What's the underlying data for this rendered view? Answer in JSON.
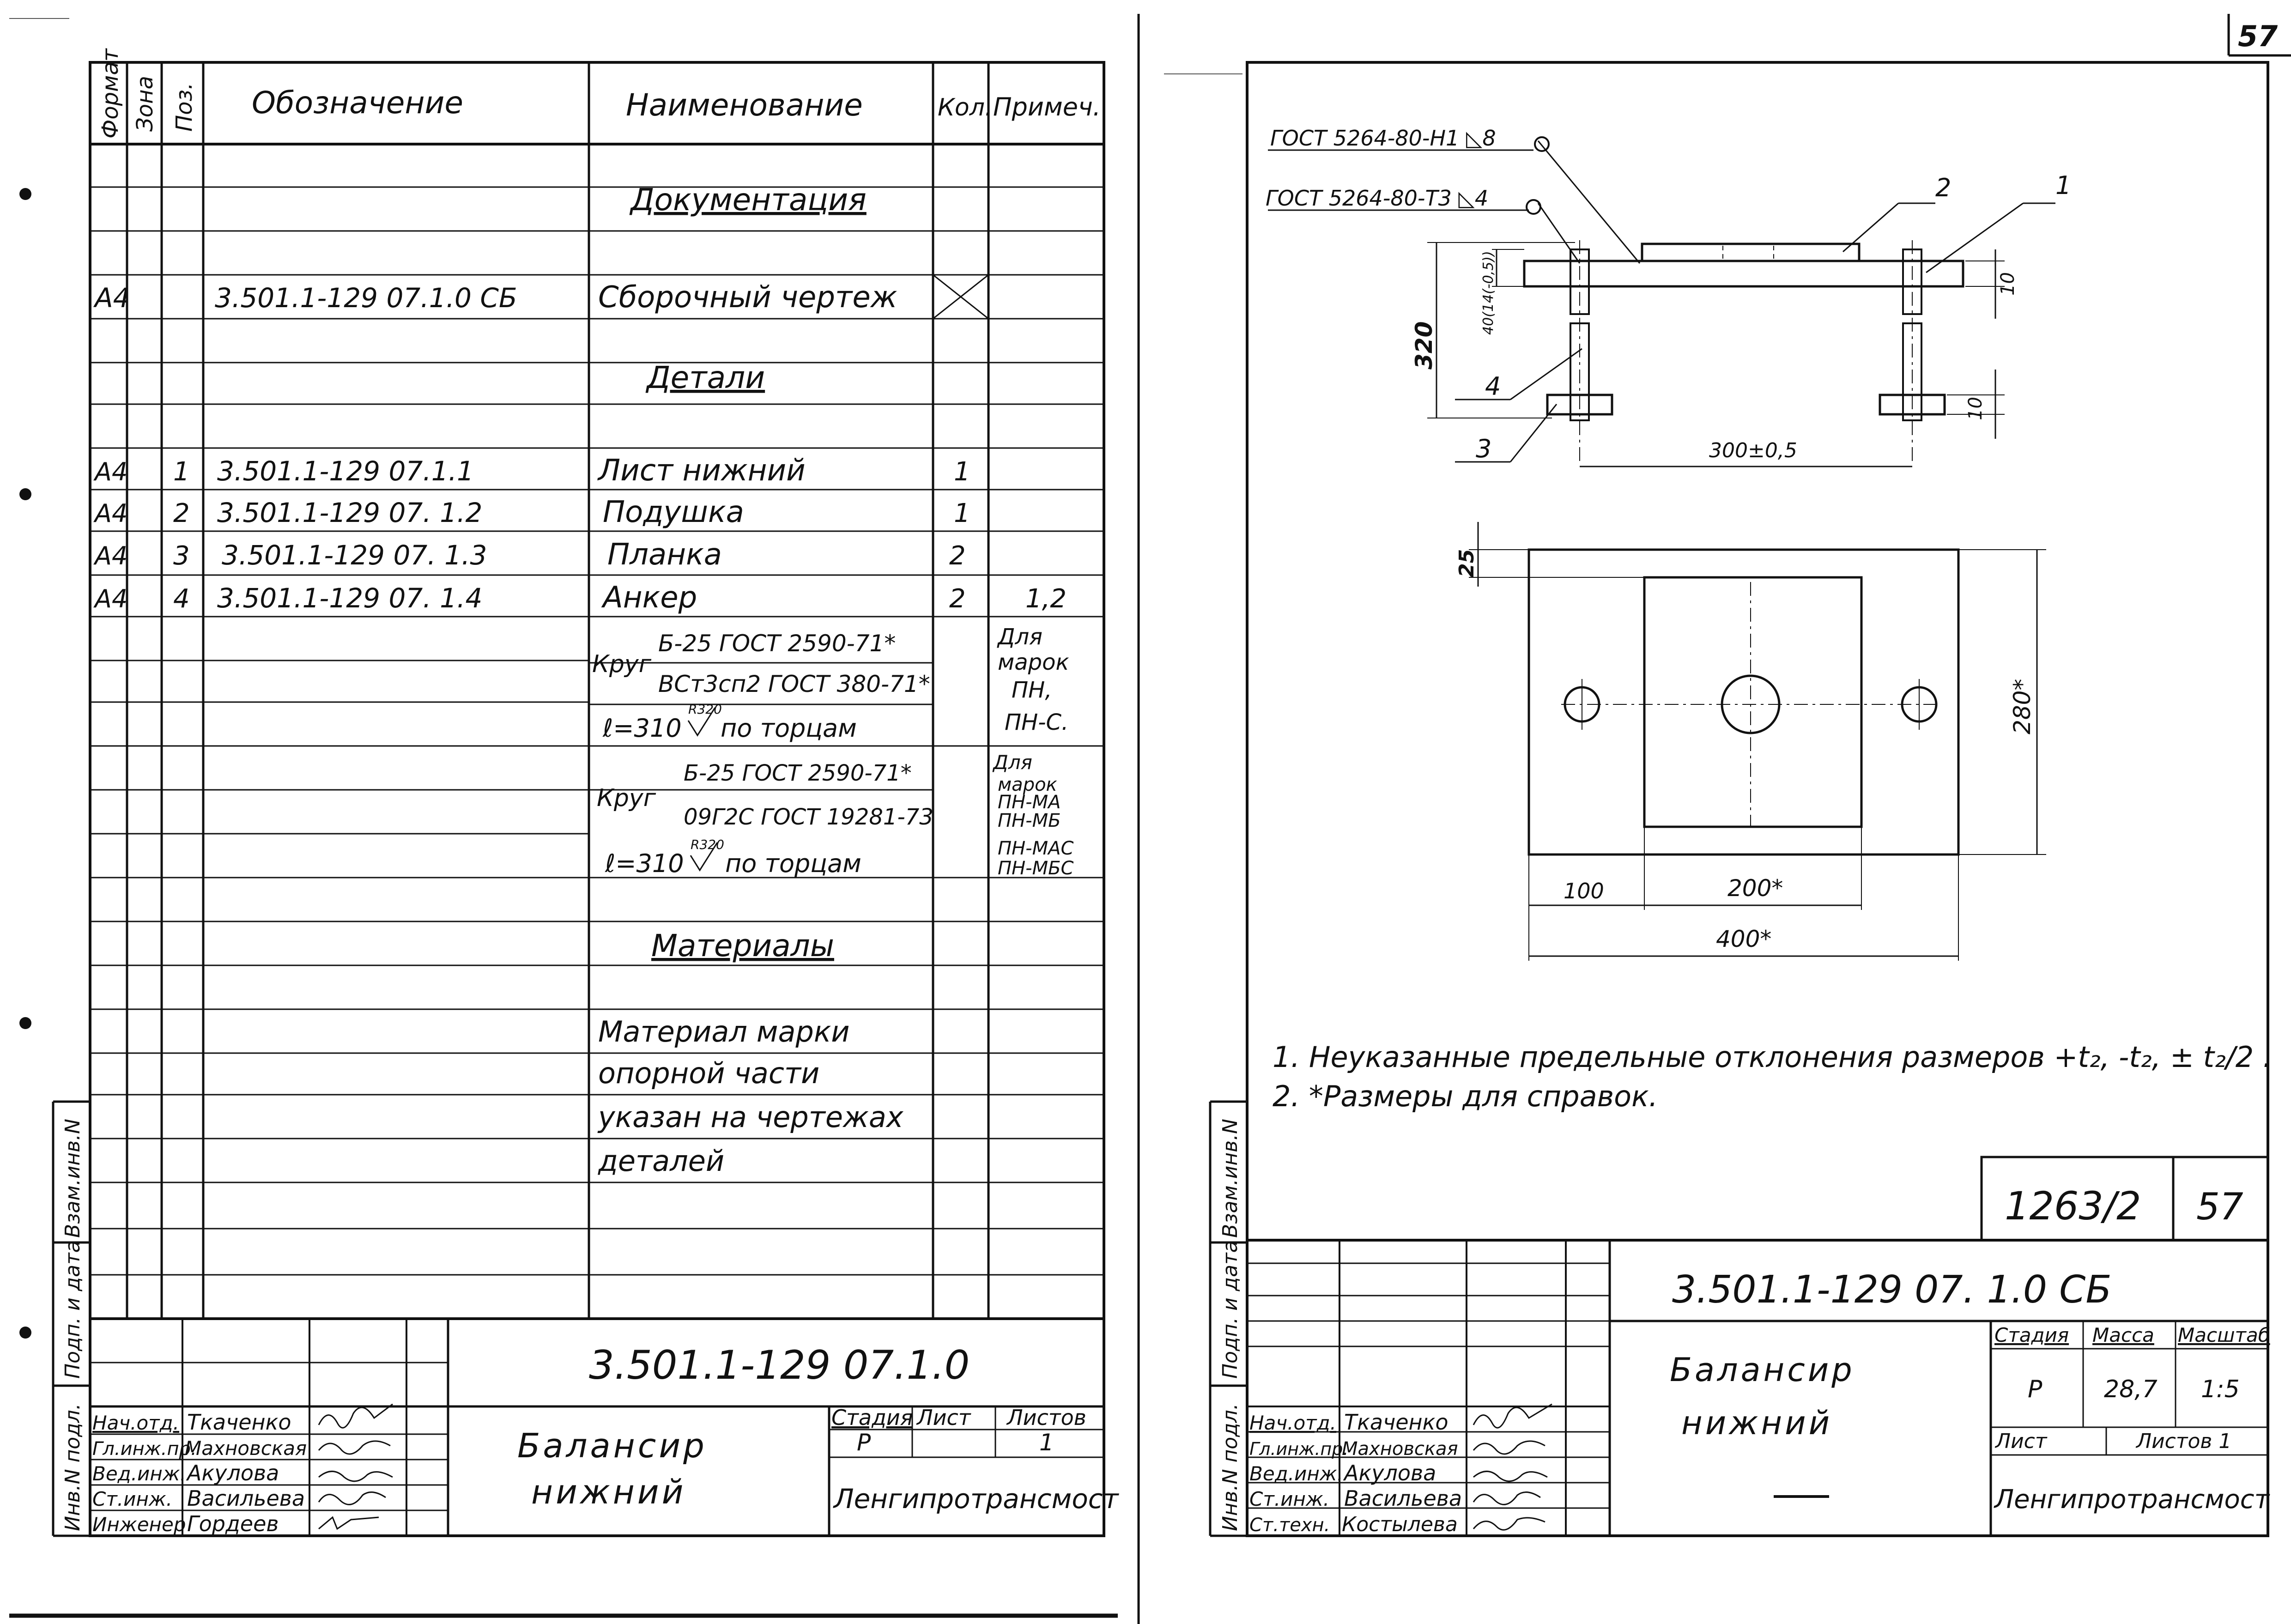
{
  "page_number": "57",
  "spec": {
    "headers": {
      "format": "Формат",
      "zone": "Зона",
      "pos": "Поз.",
      "designation": "Обозначение",
      "name": "Наименование",
      "qty": "Кол.",
      "note": "Примеч."
    },
    "section_docs": "Документация",
    "doc_row": {
      "format": "А4",
      "designation": "3.501.1-129   07.1.0 СБ",
      "name": "Сборочный чертеж"
    },
    "section_parts": "Детали",
    "parts": [
      {
        "format": "А4",
        "pos": "1",
        "designation": "3.501.1-129   07.1.1",
        "name": "Лист  нижний",
        "qty": "1",
        "note": ""
      },
      {
        "format": "А4",
        "pos": "2",
        "designation": "3.501.1-129   07. 1.2",
        "name": "Подушка",
        "qty": "1",
        "note": ""
      },
      {
        "format": "А4",
        "pos": "3",
        "designation": "3.501.1-129   07. 1.3",
        "name": "Планка",
        "qty": "2",
        "note": ""
      },
      {
        "format": "А4",
        "pos": "4",
        "designation": "3.501.1-129   07. 1.4",
        "name": "Анкер",
        "qty": "2",
        "note": "1,2"
      }
    ],
    "anchor_material_1": {
      "prefix": "Круг",
      "top": "Б-25 ГОСТ 2590-71*",
      "bottom": "ВСт3сп2 ГОСТ 380-71*",
      "length": "ℓ=310",
      "sup": "R320",
      "ends": "по торцам",
      "note_lines": [
        "Для",
        "марок",
        "ПН,",
        "ПН-С."
      ]
    },
    "anchor_material_2": {
      "prefix": "Круг",
      "top": "Б-25 ГОСТ 2590-71*",
      "bottom": "09Г2С ГОСТ 19281-73",
      "length": "ℓ=310",
      "sup": "R320",
      "ends": "по торцам",
      "note_lines": [
        "Для",
        "марок",
        "ПН-МА",
        "ПН-МБ",
        "ПН-МАС",
        "ПН-МБС"
      ]
    },
    "section_materials": "Материалы",
    "materials_text": [
      "Материал  марки",
      "опорной  части",
      "указан  на чертежах",
      "деталей"
    ],
    "side_labels": [
      "Инв.N подл.",
      "Подп. и дата",
      "Взам.инв.N"
    ]
  },
  "title_block_left": {
    "designation": "3.501.1-129   07.1.0",
    "title": [
      "Балансир",
      "нижний"
    ],
    "stage_label": "Стадия",
    "sheet_label": "Лист",
    "sheets_label": "Листов",
    "stage": "Р",
    "sheets": "1",
    "org": "Ленгипротрансмост",
    "people": [
      {
        "role": "Нач.отд.",
        "name": "Ткаченко"
      },
      {
        "role": "Гл.инж.пр.",
        "name": "Махновская"
      },
      {
        "role": "Вед.инж.",
        "name": "Акулова"
      },
      {
        "role": "Ст.инж.",
        "name": "Васильева"
      },
      {
        "role": "Инженер",
        "name": "Гордеев"
      }
    ]
  },
  "drawing": {
    "weld1": "ГОСТ 5264-80-Н1 ◺8",
    "weld2": "ГОСТ 5264-80-Т3 ◺4",
    "callouts": [
      "1",
      "2",
      "3",
      "4"
    ],
    "dims": {
      "height": "320",
      "plate_thk": "40(14(-0,5))",
      "t10a": "10",
      "t10b": "10",
      "anchor_span": "300±0,5",
      "top_offset": "25",
      "plate_height": "280*",
      "left_offset": "100",
      "pad_width": "200*",
      "plate_width": "400*"
    },
    "notes": [
      "1. Неуказанные предельные отклонения размеров +t₂, -t₂, ± t₂/2 .",
      "2. *Размеры  для  справок."
    ]
  },
  "title_block_right": {
    "code": "1263/2",
    "sheet_no": "57",
    "designation": "3.501.1-129 07. 1.0 СБ",
    "title": [
      "Балансир",
      "нижний"
    ],
    "stage_label": "Стадия",
    "mass_label": "Масса",
    "scale_label": "Масштаб",
    "stage": "Р",
    "mass": "28,7",
    "scale": "1:5",
    "sheet_label": "Лист",
    "sheets_label": "Листов 1",
    "org": "Ленгипротрансмост",
    "people": [
      {
        "role": "Нач.отд.",
        "name": "Ткаченко"
      },
      {
        "role": "Гл.инж.пр.",
        "name": "Махновская"
      },
      {
        "role": "Вед.инж.",
        "name": "Акулова"
      },
      {
        "role": "Ст.инж.",
        "name": "Васильева"
      },
      {
        "role": "Ст.техн.",
        "name": "Костылева"
      }
    ]
  }
}
